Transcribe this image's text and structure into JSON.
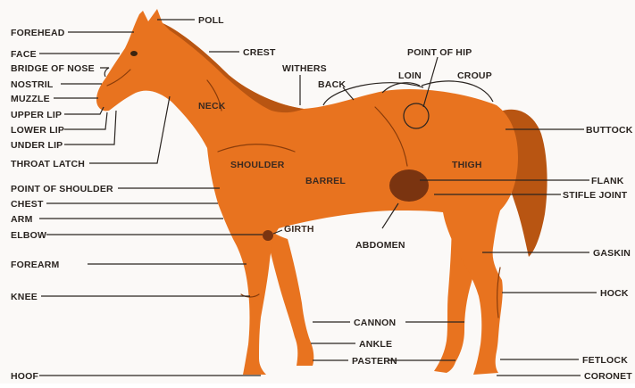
{
  "colors": {
    "horse": "#e8731f",
    "horse_shadow": "#b85512",
    "mane_tail": "#a34a12",
    "ink": "#2a2420",
    "background": "#fbf9f7"
  },
  "labels": {
    "poll": "POLL",
    "forehead": "FOREHEAD",
    "crest": "CREST",
    "face": "FACE",
    "bridge_of_nose": "BRIDGE OF NOSE",
    "withers": "WITHERS",
    "point_of_hip": "POINT OF HIP",
    "nostril": "NOSTRIL",
    "back": "BACK",
    "loin": "LOIN",
    "croup": "CROUP",
    "muzzle": "MUZZLE",
    "neck": "NECK",
    "upper_lip": "UPPER LIP",
    "lower_lip": "LOWER LIP",
    "buttock": "BUTTOCK",
    "under_lip": "UNDER LIP",
    "throat_latch": "THROAT LATCH",
    "shoulder": "SHOULDER",
    "thigh": "THIGH",
    "barrel": "BARREL",
    "flank": "FLANK",
    "point_of_shoulder": "POINT OF SHOULDER",
    "stifle_joint": "STIFLE JOINT",
    "chest": "CHEST",
    "arm": "ARM",
    "girth": "GIRTH",
    "elbow": "ELBOW",
    "abdomen": "ABDOMEN",
    "gaskin": "GASKIN",
    "forearm": "FOREARM",
    "knee": "KNEE",
    "hock": "HOCK",
    "cannon": "CANNON",
    "ankle": "ANKLE",
    "pastern": "PASTERN",
    "fetlock": "FETLOCK",
    "hoof": "HOOF",
    "coronet": "CORONET"
  }
}
